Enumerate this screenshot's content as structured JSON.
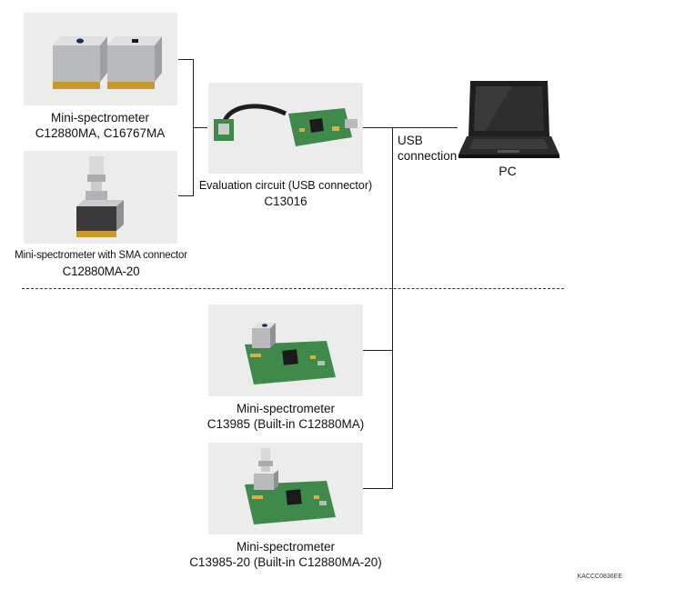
{
  "captions": {
    "ms_c12880": [
      "Mini-spectrometer",
      "C12880MA, C16767MA"
    ],
    "ms_sma": [
      "Mini-spectrometer with SMA connector",
      "C12880MA-20"
    ],
    "eval": [
      "Evaluation circuit (USB connector)",
      "C13016"
    ],
    "pc": "PC",
    "usb": [
      "USB",
      "connection"
    ],
    "ms_c13985": [
      "Mini-spectrometer",
      "C13985 (Built-in C12880MA)"
    ],
    "ms_c13985_20": [
      "Mini-spectrometer",
      "C13985-20 (Built-in C12880MA-20)"
    ]
  },
  "footer_code": "KACCC0836EE",
  "colors": {
    "photo_bg": "#ececec",
    "pcb_green": "#3f8a4a",
    "metal": "#c9cbcd",
    "gold": "#c89a2e",
    "line": "#222222"
  }
}
